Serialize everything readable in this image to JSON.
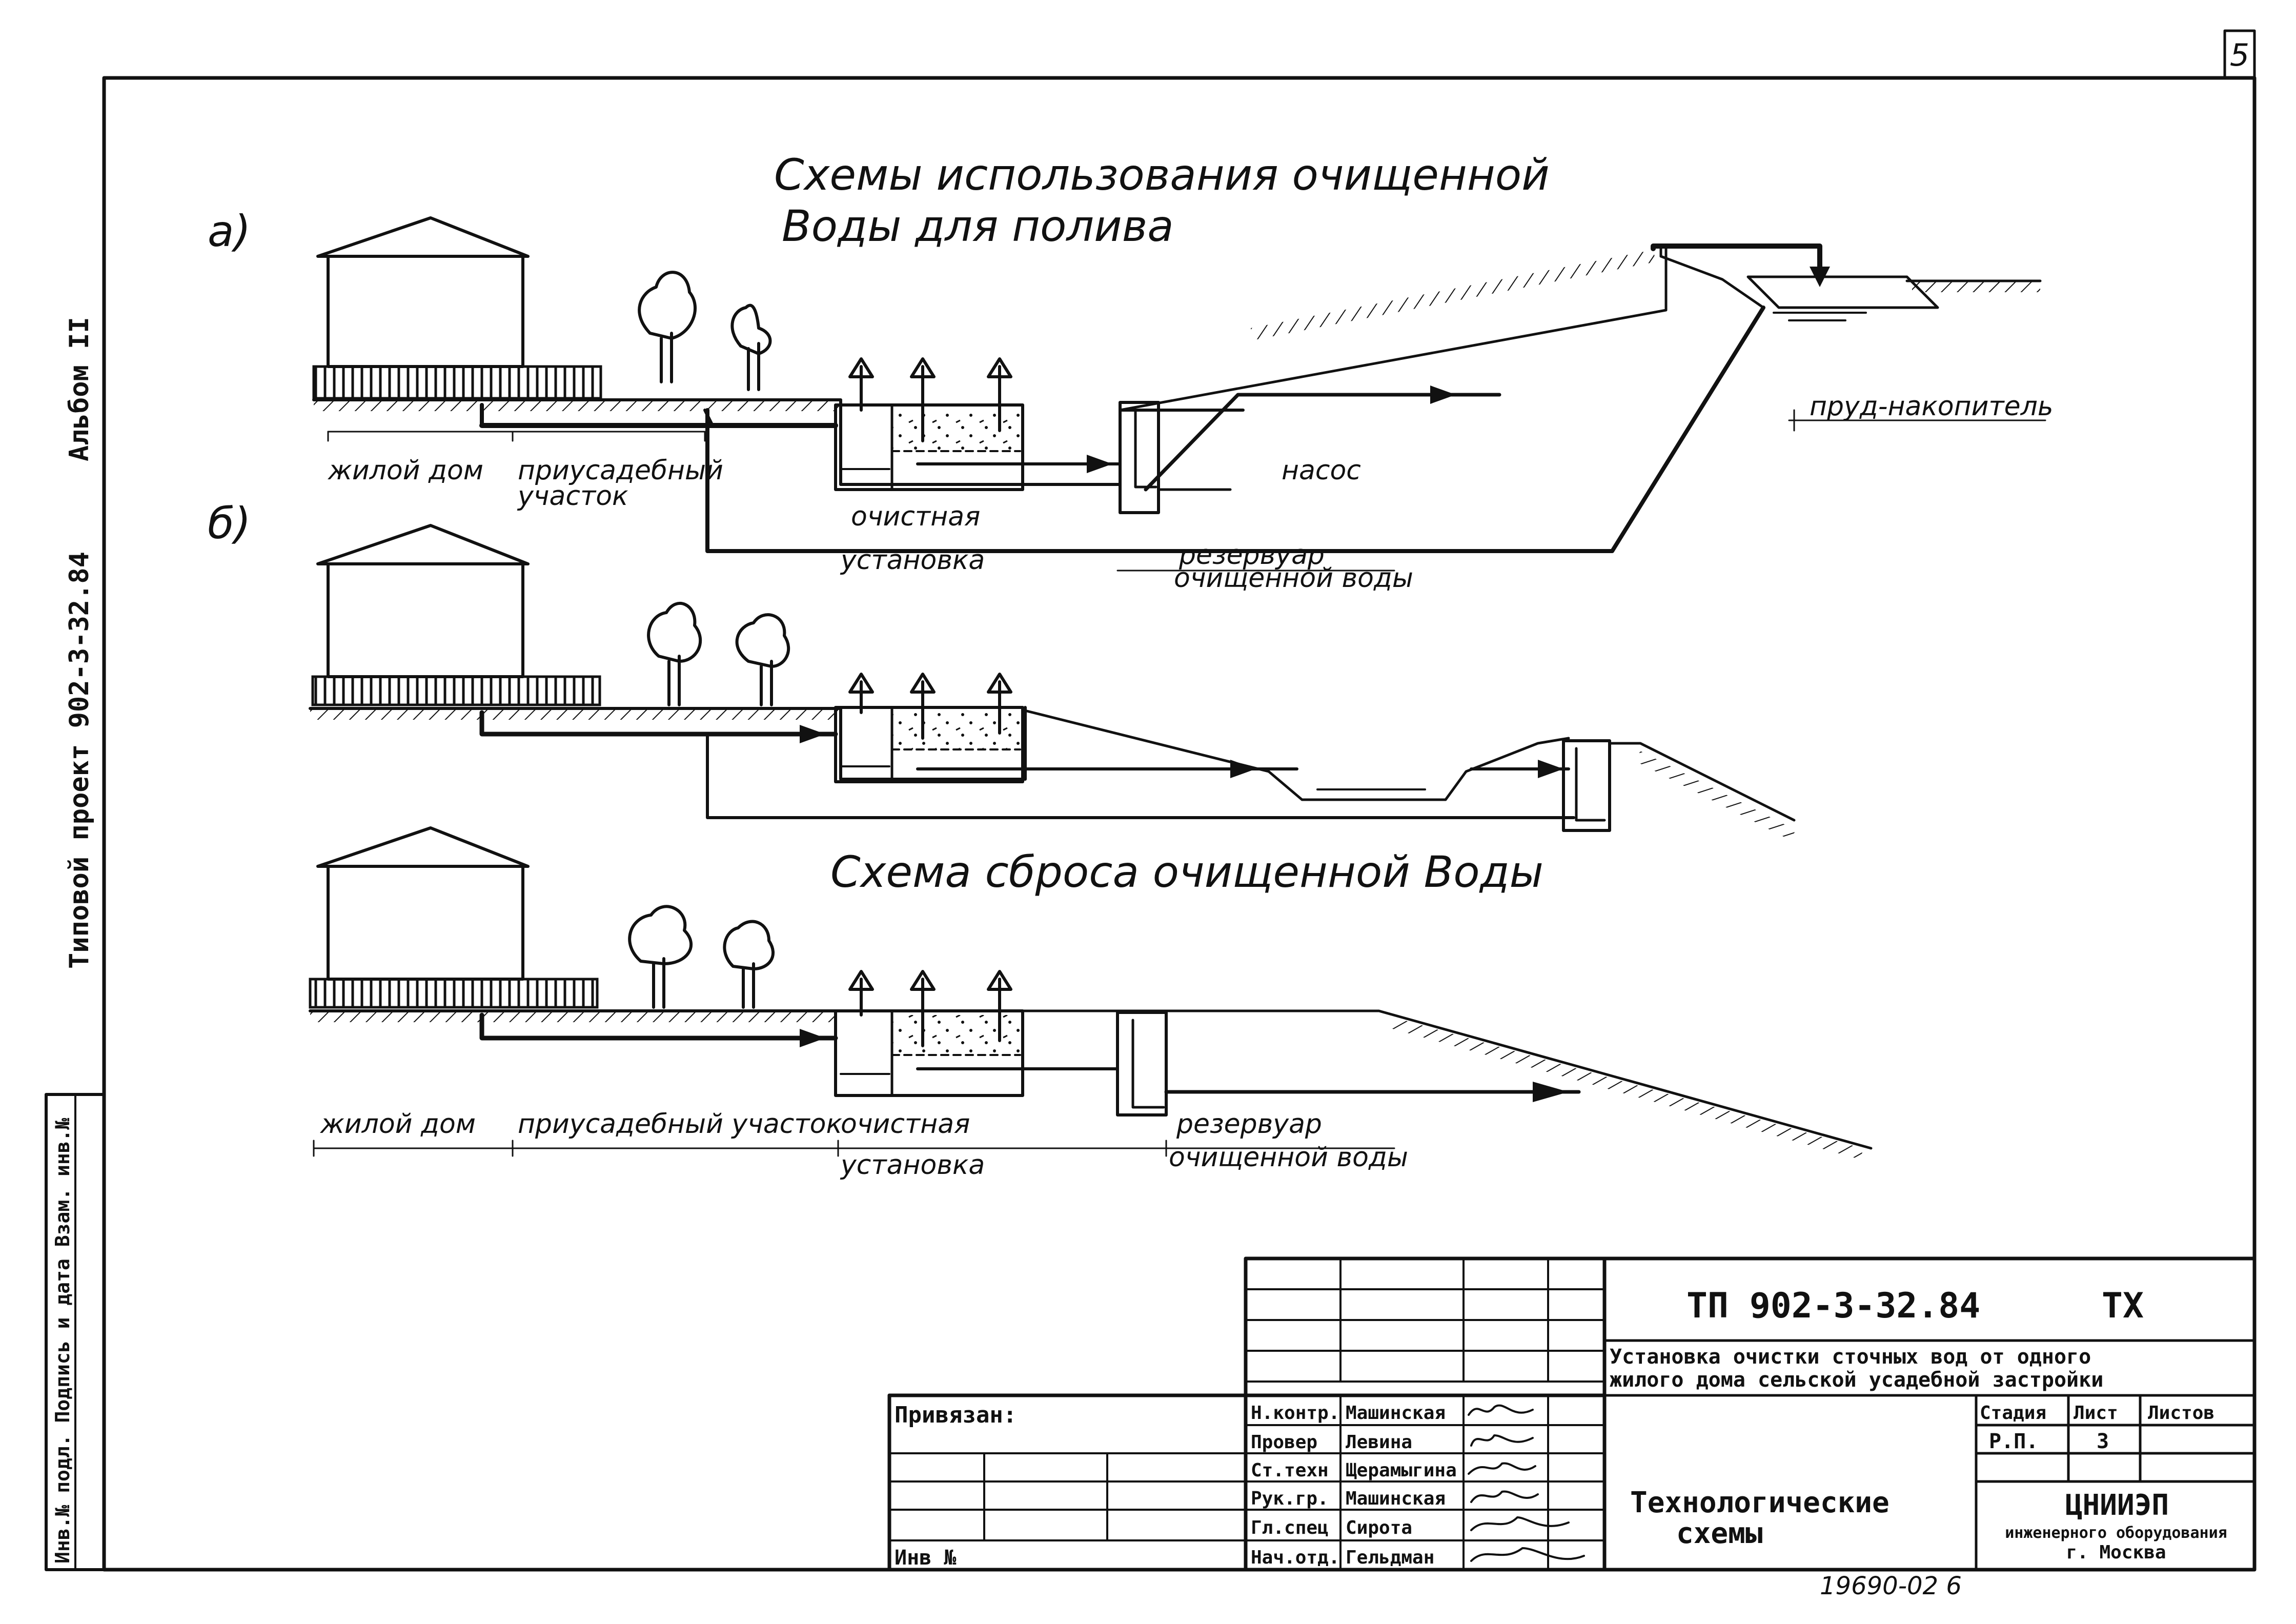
{
  "sheet_number": "5",
  "side_labels": {
    "album": "Альбом II",
    "project": "Типовой проект 902-3-32.84",
    "stamp_headers": "Инв.№ подл.  Подпись и дата  Взам. инв.№"
  },
  "titles": {
    "irrigation_line1": "Схемы использования очищенной",
    "irrigation_line2": "Воды для полива",
    "discharge": "Схема сброса очищенной Воды"
  },
  "variants": {
    "a": "а)",
    "b": "б)"
  },
  "labels_a": {
    "house": "жилой дом",
    "plot_line1": "приусадебный",
    "plot_line2": "участок",
    "plant_line1": "очистная",
    "plant_line2": "установка",
    "pump": "насос",
    "reservoir_line1": "резервуар",
    "reservoir_line2": "очищенной воды",
    "pond": "пруд-накопитель"
  },
  "labels_c": {
    "house": "жилой дом",
    "plot": "приусадебный участок",
    "plant_line1": "очистная",
    "plant_line2": "установка",
    "reservoir_line1": "резервуар",
    "reservoir_line2": "очищенной воды"
  },
  "title_block": {
    "code": "ТП 902-3-32.84",
    "mark": "ТХ",
    "description_line1": "Установка очистки сточных вод от одного",
    "description_line2": "жилого дома сельской усадебной застройки",
    "bound_label": "Привязан:",
    "inv_label": "Инв №",
    "roles": [
      {
        "role": "Н.контр.",
        "name": "Машинская"
      },
      {
        "role": "Провер",
        "name": "Левина"
      },
      {
        "role": "Ст.техн",
        "name": "Щерамыгина"
      },
      {
        "role": "Рук.гр.",
        "name": "Машинская"
      },
      {
        "role": "Гл.спец",
        "name": "Сирота"
      },
      {
        "role": "Нач.отд.",
        "name": "Гельдман"
      }
    ],
    "stage_header": "Стадия",
    "sheet_header": "Лист",
    "sheets_header": "Листов",
    "stage_value": "Р.П.",
    "sheet_value": "3",
    "sheet_name_line1": "Технологические",
    "sheet_name_line2": "схемы",
    "org_line1": "ЦНИИЭП",
    "org_line2": "инженерного оборудования",
    "org_line3": "г. Москва"
  },
  "footer_number": "19690-02  6"
}
